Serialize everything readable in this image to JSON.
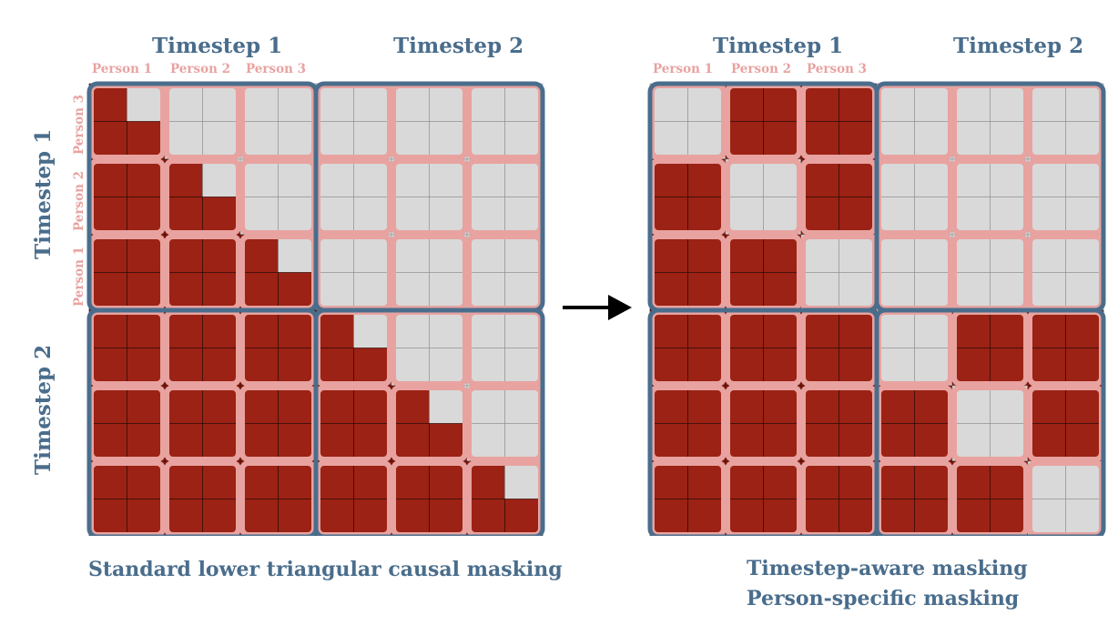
{
  "colors": {
    "masked": "#d9d9d9",
    "allowed": "#9b2214",
    "person_block_border": "#e8a3a0",
    "timestep_block_border": "#4a6d8c",
    "cell_line": "#2a0a05"
  },
  "left_panel": {
    "timestep_top_labels": [
      "Timestep 1",
      "Timestep 2"
    ],
    "person_top_labels": [
      "Person 1",
      "Person 2",
      "Person 3"
    ],
    "timestep_side_labels": [
      "Timestep 1",
      "Timestep 2"
    ],
    "person_side_labels": [
      "Person 3",
      "Person 2",
      "Person 1"
    ],
    "caption": "Standard lower triangular causal masking"
  },
  "right_panel": {
    "timestep_top_labels": [
      "Timestep 1",
      "Timestep 2"
    ],
    "person_top_labels": [
      "Person 1",
      "Person 2",
      "Person 3"
    ],
    "caption_line1": "Timestep-aware masking",
    "caption_line2": "Person-specific masking"
  },
  "arrow": "right-arrow-icon"
}
